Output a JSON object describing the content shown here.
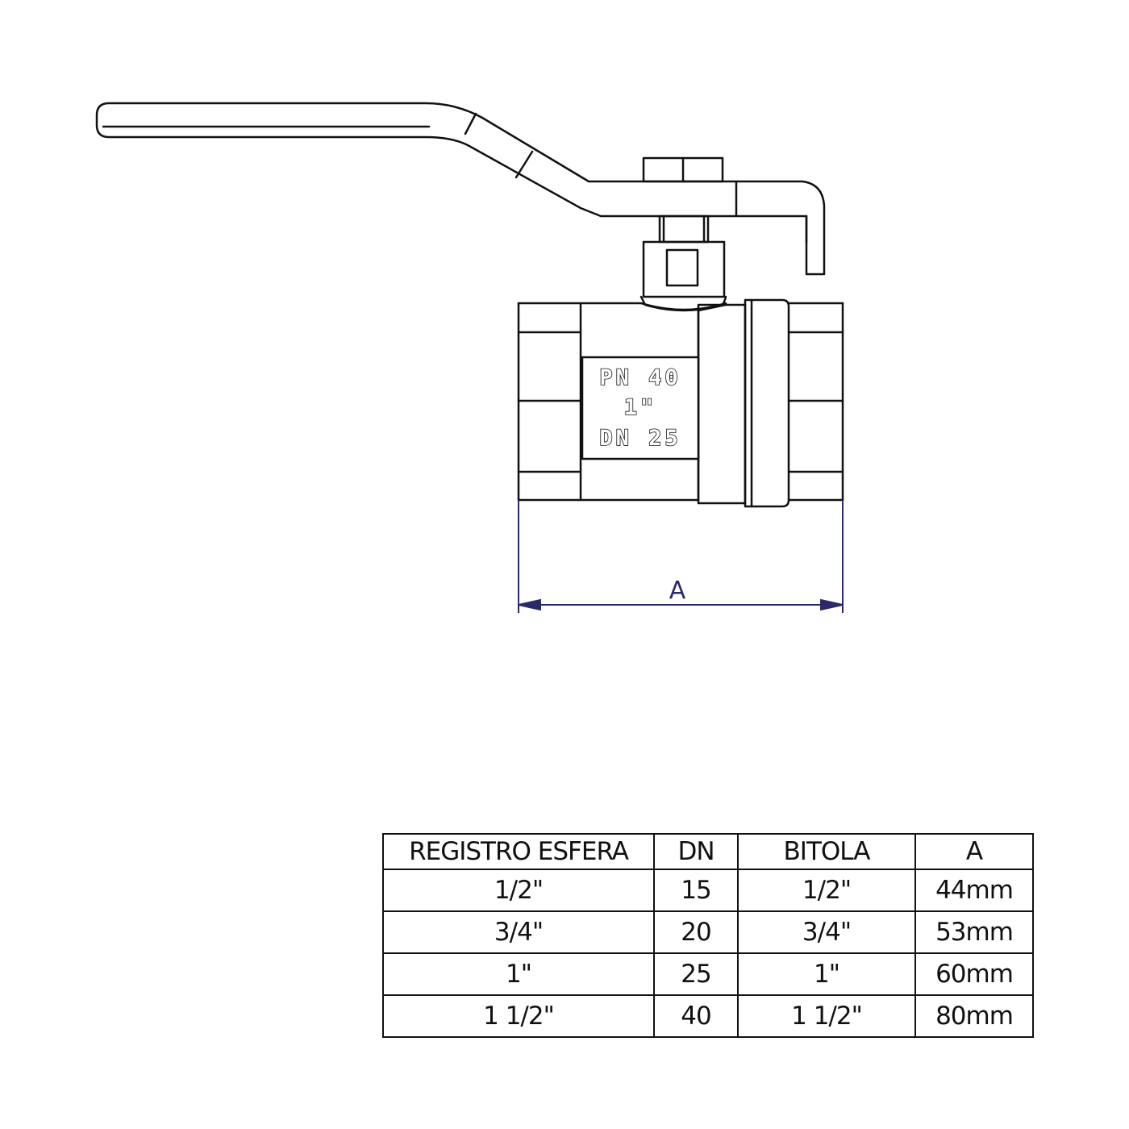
{
  "valve": {
    "plate": {
      "line1": "PN 40",
      "line2": "1\"",
      "line3": "DN 25"
    },
    "dimension_label": "A"
  },
  "table": {
    "headers": [
      "REGISTRO ESFERA",
      "DN",
      "BITOLA",
      "A"
    ],
    "rows": [
      [
        "1/2\"",
        "15",
        "1/2\"",
        "44mm"
      ],
      [
        "3/4\"",
        "20",
        "3/4\"",
        "53mm"
      ],
      [
        "1\"",
        "25",
        "1\"",
        "60mm"
      ],
      [
        "1 1/2\"",
        "40",
        "1 1/2\"",
        "80mm"
      ]
    ]
  },
  "colors": {
    "line": "#111111",
    "dimension": "#2a2a6a"
  }
}
